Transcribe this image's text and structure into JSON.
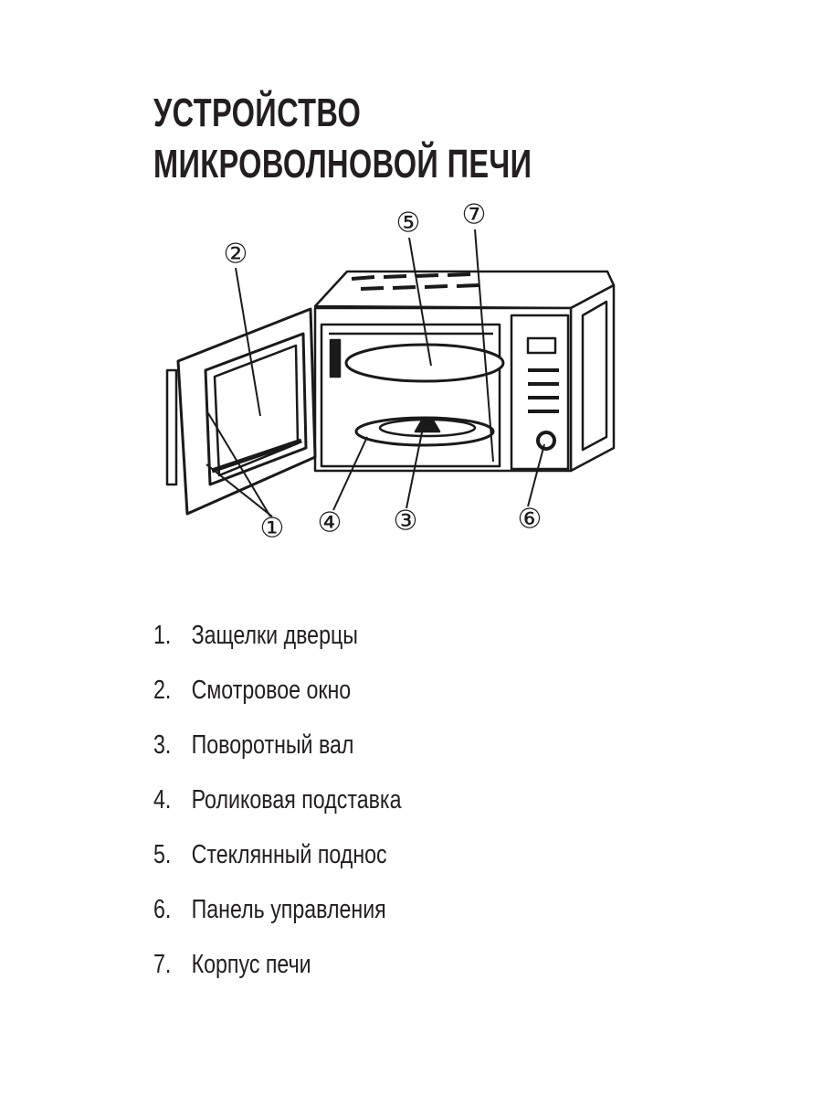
{
  "title": {
    "line1": "УСТРОЙСТВО",
    "line2": "МИКРОВОЛНОВОЙ ПЕЧИ"
  },
  "diagram": {
    "callouts": [
      "①",
      "②",
      "③",
      "④",
      "⑤",
      "⑥",
      "⑦"
    ]
  },
  "parts": [
    {
      "num": "1.",
      "label": "Защелки дверцы"
    },
    {
      "num": "2.",
      "label": "Смотровое окно"
    },
    {
      "num": "3.",
      "label": "Поворотный вал"
    },
    {
      "num": "4.",
      "label": "Роликовая подставка"
    },
    {
      "num": "5.",
      "label": "Стеклянный поднос"
    },
    {
      "num": "6.",
      "label": "Панель управления"
    },
    {
      "num": "7.",
      "label": "Корпус печи"
    }
  ]
}
